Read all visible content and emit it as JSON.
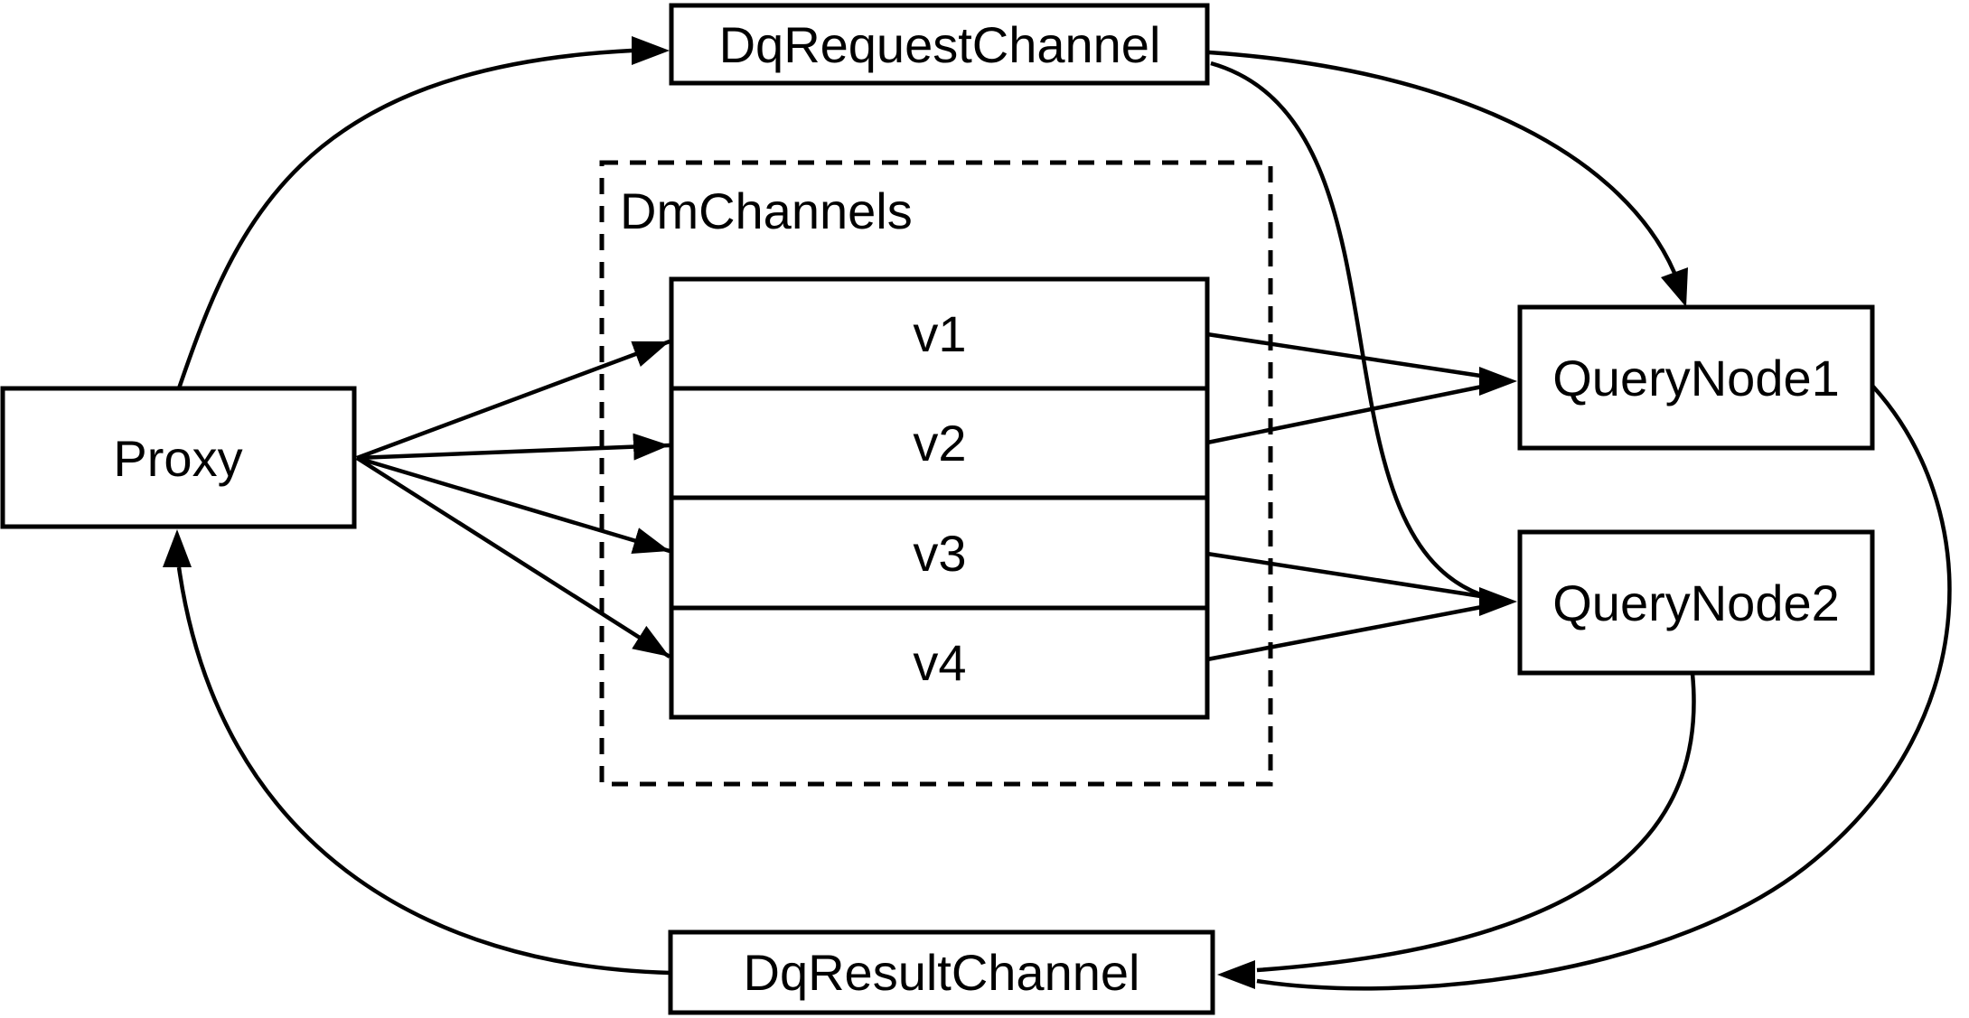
{
  "diagram": {
    "title": "query channel flow diagram",
    "background_color": "#ffffff",
    "stroke_color": "#000000",
    "nodes": {
      "proxy": {
        "label": "Proxy"
      },
      "dq_request_channel": {
        "label": "DqRequestChannel"
      },
      "dm_channels": {
        "label": "DmChannels",
        "channels": [
          {
            "label": "v1"
          },
          {
            "label": "v2"
          },
          {
            "label": "v3"
          },
          {
            "label": "v4"
          }
        ]
      },
      "query_node_1": {
        "label": "QueryNode1"
      },
      "query_node_2": {
        "label": "QueryNode2"
      },
      "dq_result_channel": {
        "label": "DqResultChannel"
      }
    },
    "edges": [
      {
        "from": "Proxy",
        "to": "DqRequestChannel"
      },
      {
        "from": "Proxy",
        "to": "v1"
      },
      {
        "from": "Proxy",
        "to": "v2"
      },
      {
        "from": "Proxy",
        "to": "v3"
      },
      {
        "from": "Proxy",
        "to": "v4"
      },
      {
        "from": "DqRequestChannel",
        "to": "QueryNode1"
      },
      {
        "from": "DqRequestChannel",
        "to": "QueryNode2"
      },
      {
        "from": "v1",
        "to": "QueryNode1"
      },
      {
        "from": "v2",
        "to": "QueryNode1"
      },
      {
        "from": "v3",
        "to": "QueryNode2"
      },
      {
        "from": "v4",
        "to": "QueryNode2"
      },
      {
        "from": "QueryNode1",
        "to": "DqResultChannel"
      },
      {
        "from": "QueryNode2",
        "to": "DqResultChannel"
      },
      {
        "from": "DqResultChannel",
        "to": "Proxy"
      }
    ]
  }
}
